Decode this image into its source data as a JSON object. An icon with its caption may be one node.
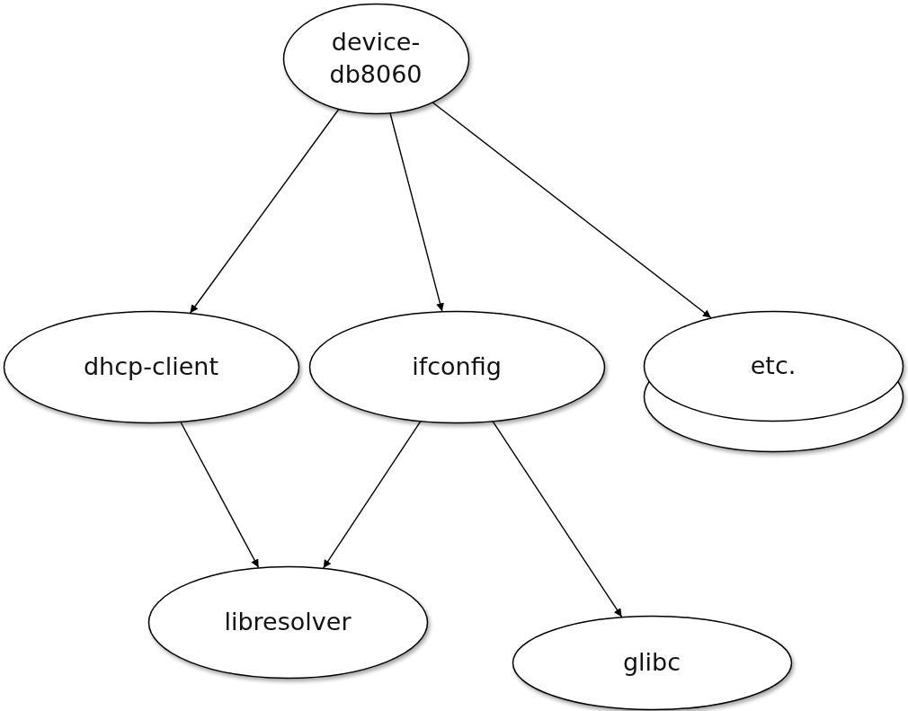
{
  "diagram": {
    "nodes": [
      {
        "text": [
          "device- db8060"
        ]
      },
      {
        "text": [
          "dhcp-client"
        ]
      },
      {
        "text": [
          "ifconfig"
        ]
      },
      {
        "text": [
          "etc."
        ]
      },
      {
        "text": [
          "libresolver"
        ]
      },
      {
        "text": [
          "glibc"
        ]
      }
    ],
    "edges": [
      {
        "from": 0,
        "to": 1,
        "arrow": "to"
      },
      {
        "from": 0,
        "to": 2,
        "arrow": "to"
      },
      {
        "from": 0,
        "to": 3,
        "arrow": "to"
      },
      {
        "from": 1,
        "to": 4,
        "arrow": "to"
      },
      {
        "from": 2,
        "to": 4,
        "arrow": "to"
      },
      {
        "from": 2,
        "to": 5,
        "arrow": "to"
      }
    ]
  }
}
